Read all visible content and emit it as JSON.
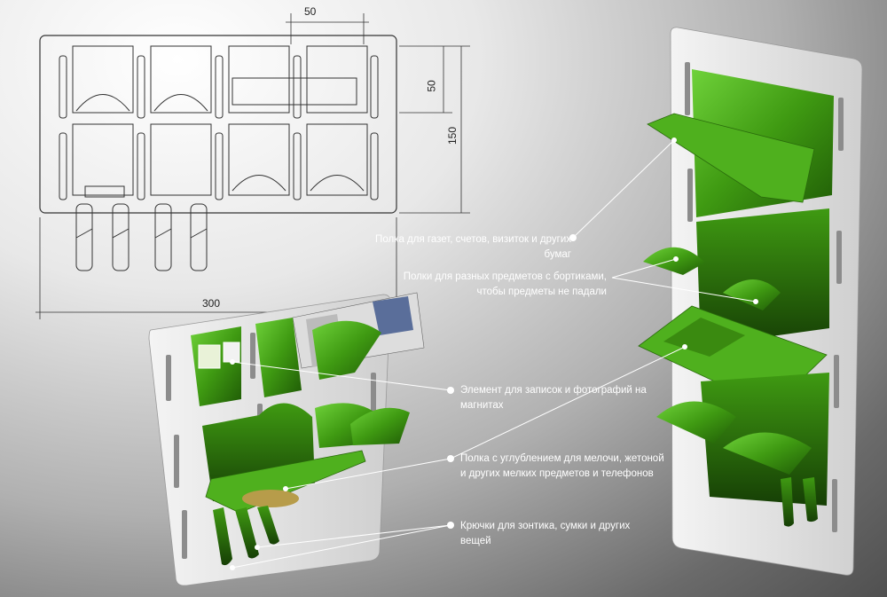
{
  "dimensions": {
    "top_width": "50",
    "slot_height": "50",
    "unit_height": "150",
    "total_width": "300"
  },
  "callouts": [
    {
      "id": "newspaper-shelf",
      "lines": [
        "Полка для  газет, счетов, визиток  и других",
        "бумаг"
      ]
    },
    {
      "id": "rimmed-shelves",
      "lines": [
        "Полки для разных предметов с бортиками,",
        "чтобы предметы не падали"
      ]
    },
    {
      "id": "magnet-board",
      "lines": [
        "Элемент для записок и фотографий на",
        "магнитах"
      ]
    },
    {
      "id": "tray-shelf",
      "lines": [
        "Полка с углублением для  мелочи, жетоной",
        "и других мелких предметов и телефонов"
      ]
    },
    {
      "id": "hooks",
      "lines": [
        "Крючки для зонтика, сумки и других",
        "вещей"
      ]
    }
  ],
  "colors": {
    "accent_green": "#3f9a12",
    "panel": "#e6e6e6",
    "line": "#ffffff"
  }
}
